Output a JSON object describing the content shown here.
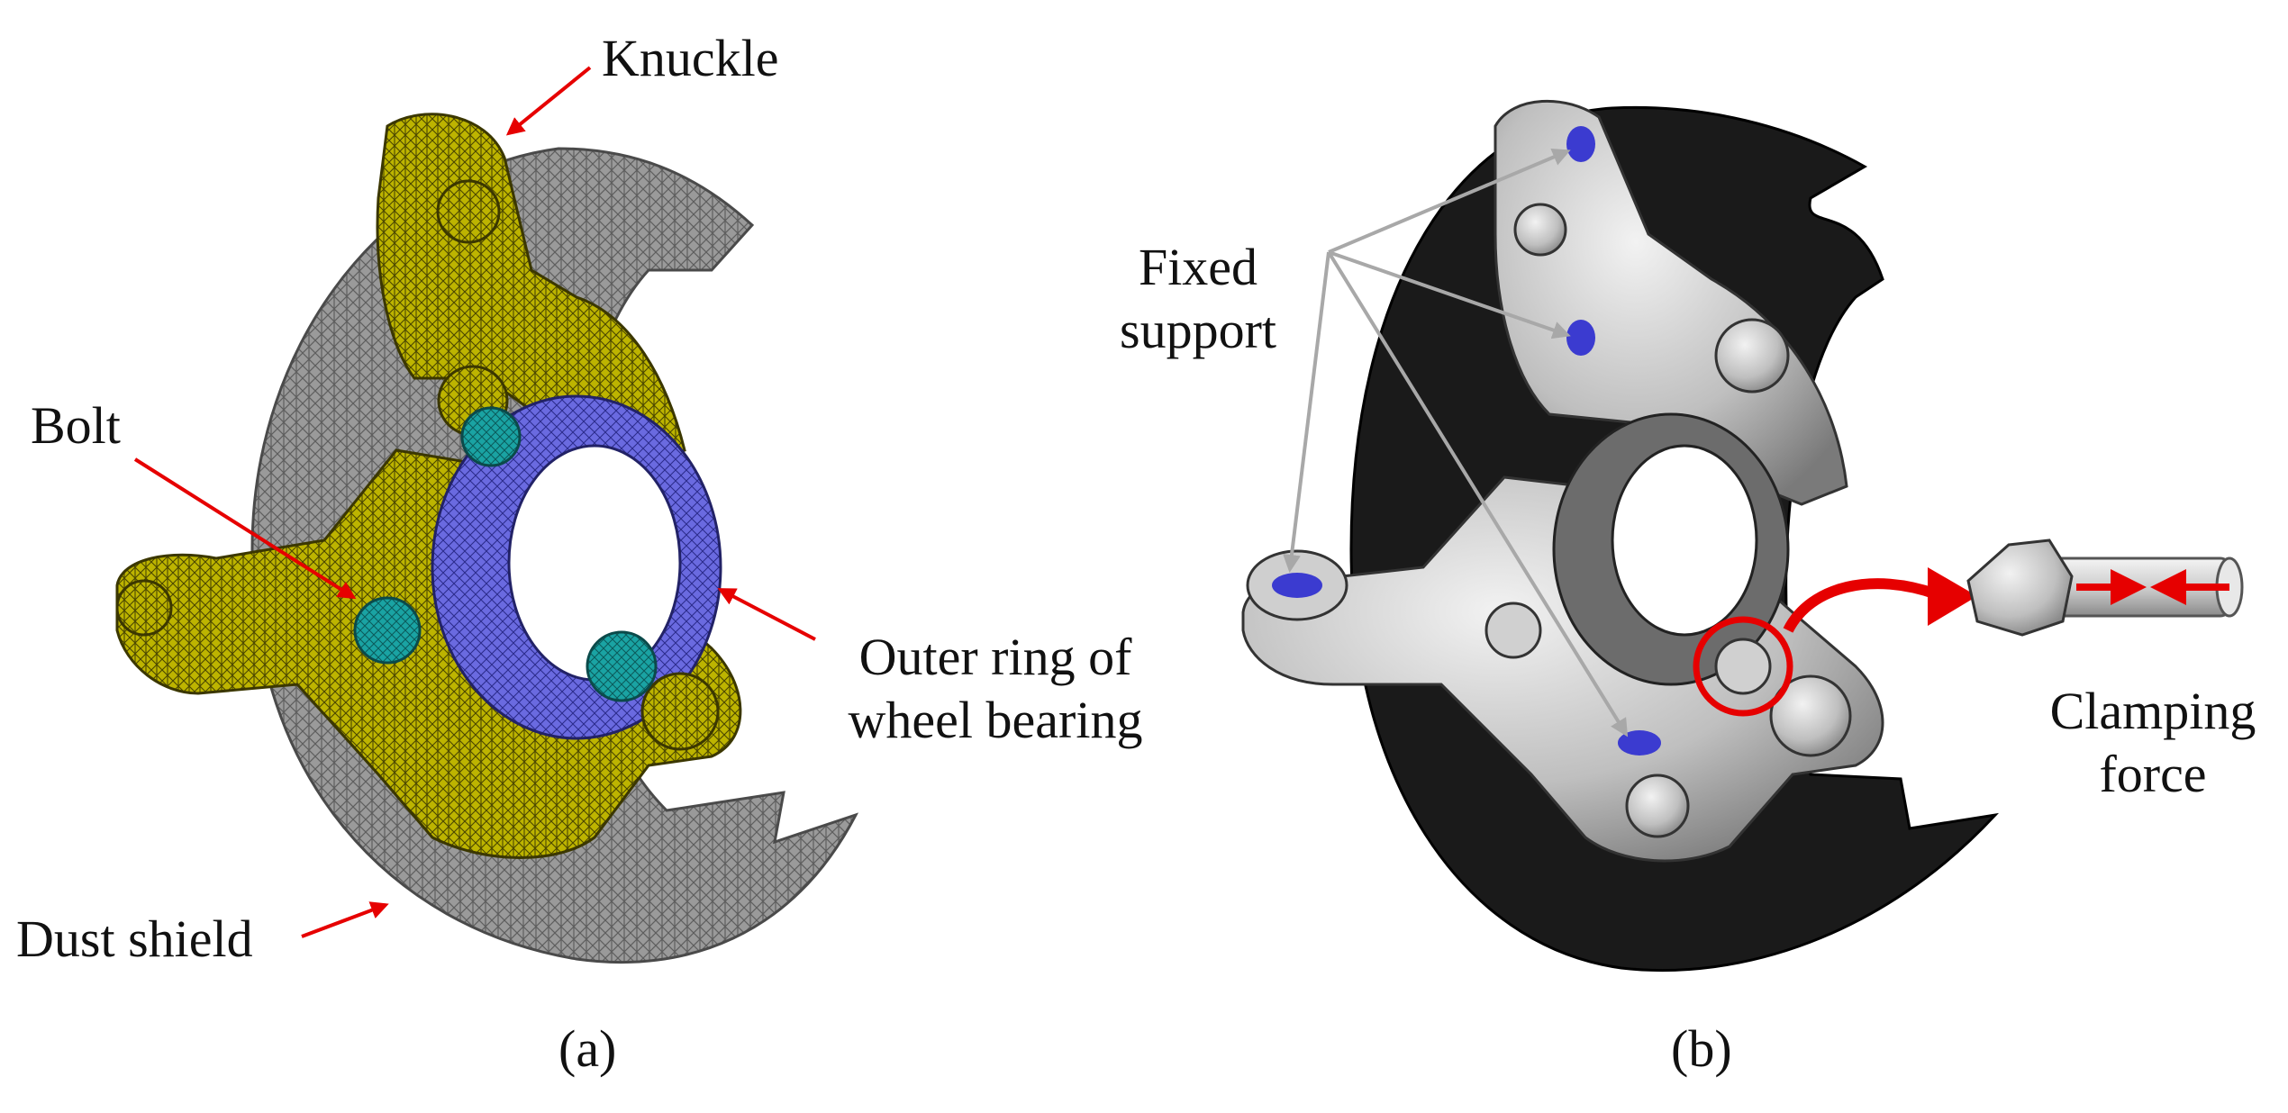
{
  "panel_a": {
    "caption": "(a)",
    "labels": {
      "knuckle": "Knuckle",
      "bolt": "Bolt",
      "outer_ring_line1": "Outer ring of",
      "outer_ring_line2": "wheel bearing",
      "dust_shield": "Dust shield"
    }
  },
  "panel_b": {
    "caption": "(b)",
    "labels": {
      "fixed_support_line1": "Fixed",
      "fixed_support_line2": "support",
      "clamping_force_line1": "Clamping",
      "clamping_force_line2": "force"
    }
  },
  "colors": {
    "annotation_arrow": "#e60000",
    "knuckle_mesh": "#b8b000",
    "dust_shield_mesh": "#8c8c8c",
    "bolt_mesh": "#1aa3a3",
    "bearing_ring": "#5a5ad6",
    "fixed_support_face": "#3b3bd0",
    "support_leader": "#a8a8a8",
    "model_shaded": "#d8d8d8",
    "shield_dark": "#1a1a1a"
  }
}
